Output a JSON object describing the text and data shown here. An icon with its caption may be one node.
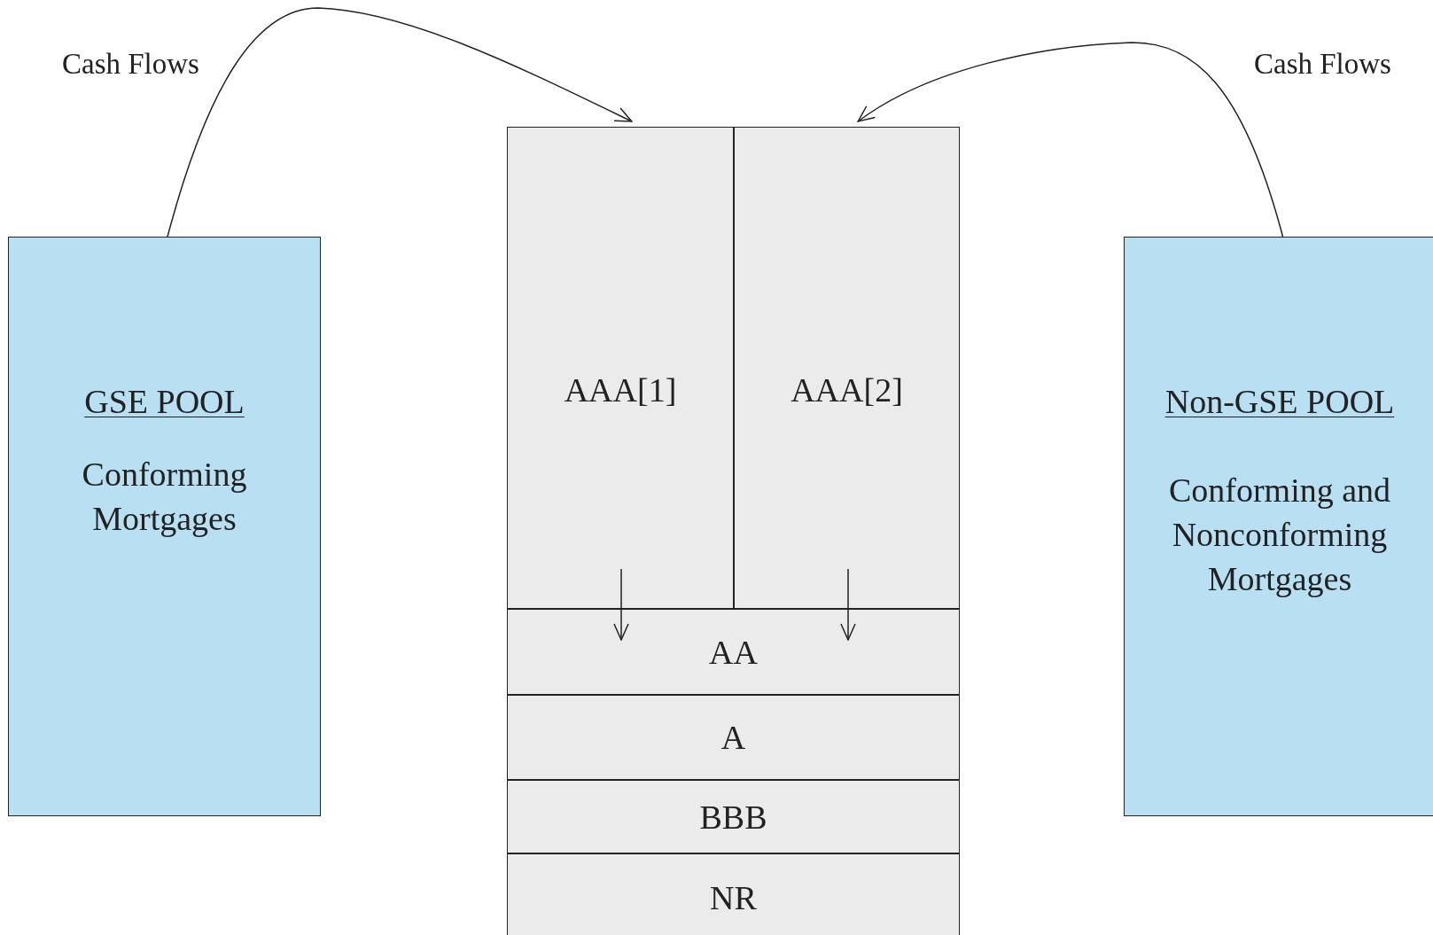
{
  "diagram": {
    "nodes": [
      {
        "text": [
          "GSE POOL",
          "Conforming Mortgages"
        ]
      },
      {
        "text": [
          "Non-GSE POOL",
          "Conforming and Nonconforming Mortgages"
        ]
      },
      {
        "text": [
          "AAA[1]"
        ]
      },
      {
        "text": [
          "AAA[2]"
        ]
      },
      {
        "text": [
          "AA"
        ]
      },
      {
        "text": [
          "A"
        ]
      },
      {
        "text": [
          "BBB"
        ]
      },
      {
        "text": [
          "NR"
        ]
      }
    ],
    "edges": [
      {
        "from": 0,
        "to": 2,
        "arrow": "to",
        "label": "Cash Flows"
      },
      {
        "from": 1,
        "to": 3,
        "arrow": "to",
        "label": "Cash Flows"
      },
      {
        "from": 2,
        "to": 4,
        "arrow": "to"
      },
      {
        "from": 3,
        "to": 4,
        "arrow": "to"
      }
    ]
  }
}
